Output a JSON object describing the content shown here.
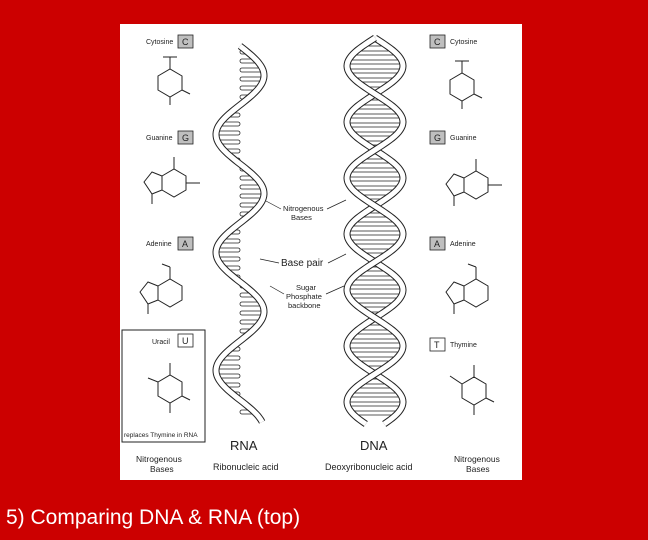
{
  "caption": "5) Comparing DNA & RNA (top)",
  "colors": {
    "background": "#cc0000",
    "figure_bg": "#ffffff",
    "badge_fill": "#bfbfbf",
    "line": "#222222",
    "caption_text": "#ffffff"
  },
  "left_bases": [
    {
      "name": "Cytosine",
      "letter": "C"
    },
    {
      "name": "Guanine",
      "letter": "G"
    },
    {
      "name": "Adenine",
      "letter": "A"
    },
    {
      "name": "Uracil",
      "letter": "U"
    }
  ],
  "right_bases": [
    {
      "name": "Cytosine",
      "letter": "C"
    },
    {
      "name": "Guanine",
      "letter": "G"
    },
    {
      "name": "Adenine",
      "letter": "A"
    },
    {
      "name": "Thymine",
      "letter": "T"
    }
  ],
  "uracil_note": "replaces Thymine in RNA",
  "labels": {
    "nitrogenous_bases_line1": "Nitrogenous",
    "nitrogenous_bases_line2": "Bases",
    "base_pair": "Base pair",
    "sugar_phosphate_line1": "Sugar",
    "sugar_phosphate_line2": "Phosphate",
    "sugar_phosphate_line3": "backbone"
  },
  "rna": {
    "title": "RNA",
    "subtitle": "Ribonucleic acid"
  },
  "dna": {
    "title": "DNA",
    "subtitle": "Deoxyribonucleic acid"
  },
  "footer_left_line1": "Nitrogenous",
  "footer_left_line2": "Bases",
  "footer_right_line1": "Nitrogenous",
  "footer_right_line2": "Bases"
}
